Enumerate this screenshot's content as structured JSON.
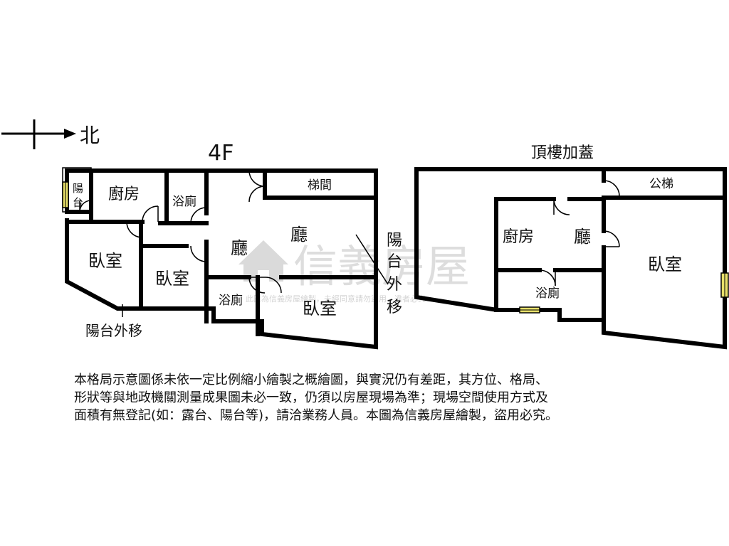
{
  "compass": {
    "label": "北"
  },
  "floor_4f": {
    "title": "4F",
    "rooms": {
      "balcony": "陽台",
      "kitchen": "廚房",
      "bath_top": "浴廁",
      "stair": "梯間",
      "hall_left": "廳",
      "hall_right": "廳",
      "bedroom_left": "臥室",
      "bedroom_mid": "臥室",
      "bath_bottom": "浴廁",
      "bedroom_bottom": "臥室"
    },
    "balcony_moved_left": "陽台外移",
    "balcony_moved_right": [
      "陽",
      "台",
      "外",
      "移"
    ]
  },
  "floor_roof": {
    "title": "頂樓加蓋",
    "rooms": {
      "public_stair": "公梯",
      "kitchen": "廚房",
      "hall": "廳",
      "bedroom": "臥室",
      "bath": "浴廁"
    }
  },
  "watermark": {
    "brand": "信義房屋",
    "small_text": "此圖為信義房屋繪製，未經同意請勿盜用，違者必究"
  },
  "disclaimer": [
    "本格局示意圖係未依一定比例縮小繪製之概繪圖，與實況仍有差距，其方位、格局、",
    "形狀等與地政機關測量成果圖未必一致，仍須以房屋現場為準；現場空間使用方式及",
    "面積有無登記(如：露台、陽台等)，請洽業務人員。本圖為信義房屋繪製，盜用必究。"
  ],
  "colors": {
    "wall": "#000000",
    "window": "#e8e06a",
    "watermark": "#c8c8c8"
  }
}
